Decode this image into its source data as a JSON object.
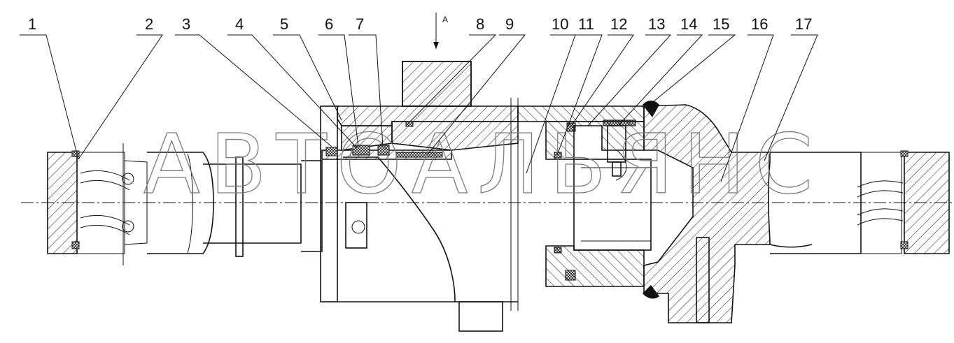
{
  "callouts": [
    "1",
    "2",
    "3",
    "4",
    "5",
    "6",
    "7",
    "8",
    "9",
    "10",
    "11",
    "12",
    "13",
    "14",
    "15",
    "16",
    "17"
  ],
  "view_marker": "A",
  "watermark": "АВТОАЛЬЯНС",
  "icons": {
    "seal": "seal-ring-icon",
    "weld": "weld-mark-icon",
    "spring": "spring-icon"
  }
}
